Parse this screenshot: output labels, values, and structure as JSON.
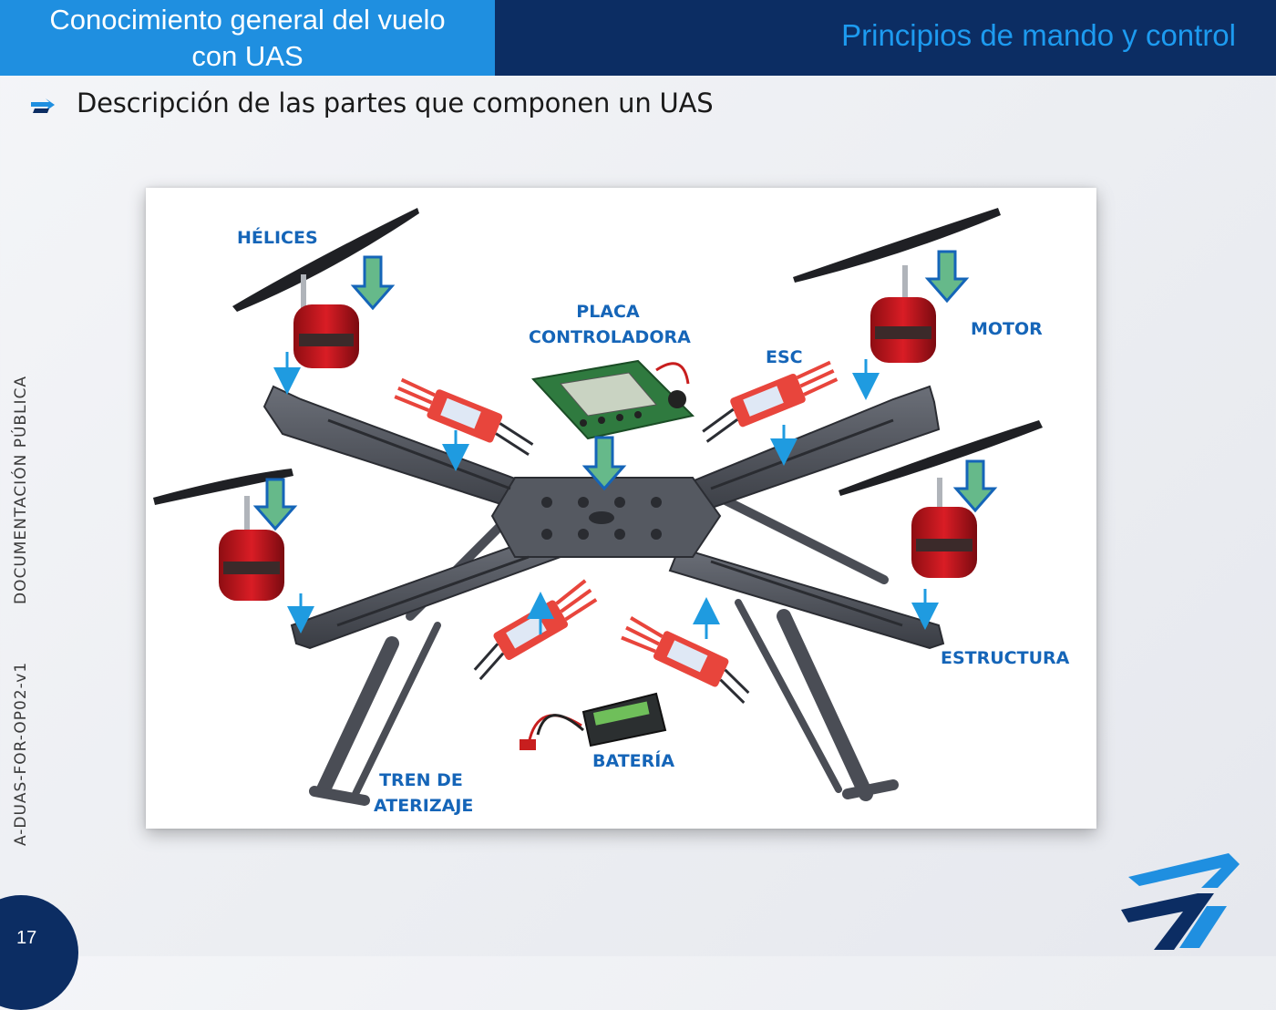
{
  "header": {
    "section_title_line1": "Conocimiento general del vuelo",
    "section_title_line2": "con UAS",
    "topic_title": "Principios de mando y control"
  },
  "content": {
    "heading": "Descripción de las partes que componen un UAS"
  },
  "sidebar": {
    "classification": "DOCUMENTACIÓN PÚBLICA",
    "document_code": "A-DUAS-FOR-OP02-v1"
  },
  "footer": {
    "page_number": "17"
  },
  "diagram": {
    "labels": {
      "propellers": "HÉLICES",
      "controller_line1": "PLACA",
      "controller_line2": "CONTROLADORA",
      "esc": "ESC",
      "motor": "MOTOR",
      "frame": "ESTRUCTURA",
      "battery": "BATERÍA",
      "landing_gear_line1": "TREN DE",
      "landing_gear_line2": "ATERIZAJE"
    }
  },
  "colors": {
    "header_left": "#1f8fe0",
    "header_right": "#0c2d63",
    "topic_text": "#1d9bf0",
    "label_text": "#1565b8",
    "arrow_green": "#66b98a",
    "arrow_blue": "#1f9be0",
    "motor_red": "#c8141e",
    "esc_red": "#e8453c"
  },
  "icons": [
    "bullet-arrow-icon",
    "company-logo-icon"
  ]
}
